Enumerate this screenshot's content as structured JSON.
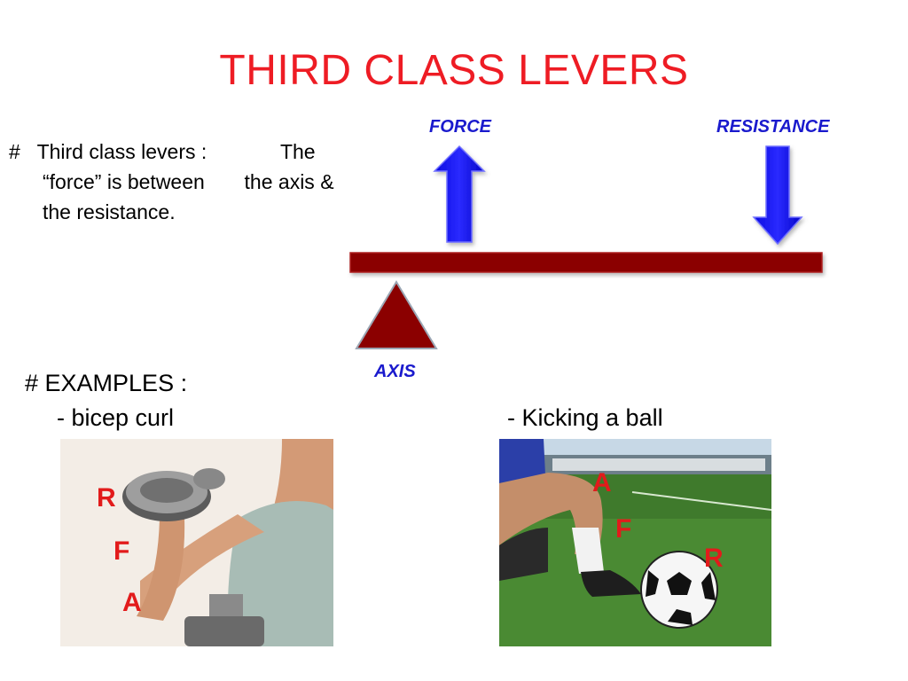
{
  "slide": {
    "title": "THIRD CLASS LEVERS",
    "definition": {
      "bullet": "#",
      "line1_left": "Third class levers :",
      "line1_right": "The",
      "line2_left": "“force” is between",
      "line2_right": "the axis &",
      "line3": "the resistance."
    },
    "diagram": {
      "force_label": "FORCE",
      "resistance_label": "RESISTANCE",
      "axis_label": "AXIS",
      "colors": {
        "arrow": "#1010ff",
        "lever": "#8b0000",
        "fulcrum": "#8b0000",
        "label": "#1a1acd"
      }
    },
    "examples": {
      "heading": "#  EXAMPLES :",
      "item1": "- bicep curl",
      "item2": "- Kicking a ball"
    },
    "bicep_photo": {
      "labels": [
        "R",
        "F",
        "A"
      ]
    },
    "kick_photo": {
      "labels": [
        "A",
        "F",
        "R"
      ]
    },
    "colors": {
      "title": "#ee1c24",
      "overlay": "#e21b1b"
    }
  }
}
